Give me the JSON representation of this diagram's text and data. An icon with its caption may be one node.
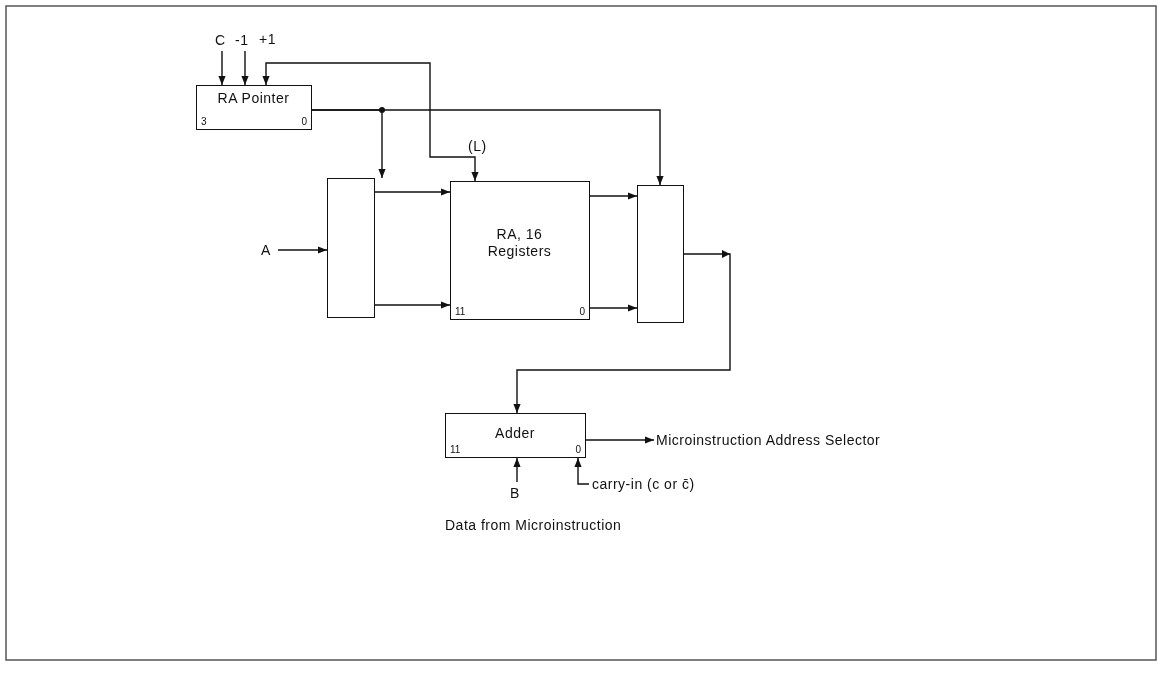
{
  "diagram": {
    "nodes": [
      {
        "text": [
          "C"
        ]
      },
      {
        "text": [
          "-1"
        ]
      },
      {
        "text": [
          "RA Pointer",
          "3",
          "0"
        ]
      },
      {
        "text": [],
        "shape": "box"
      },
      {
        "text": [
          "A"
        ]
      },
      {
        "text": [
          "RA, 16 Registers",
          "11",
          "0"
        ]
      },
      {
        "text": [],
        "shape": "box"
      },
      {
        "text": [
          "Adder",
          "11",
          "0"
        ]
      },
      {
        "text": [
          "Microinstruction Address Selector"
        ]
      },
      {
        "text": [
          "carry-in (c or c̄)"
        ]
      },
      {
        "text": [
          "B"
        ],
        "beside": [
          "Data from Microinstruction"
        ]
      }
    ],
    "edges": [
      {
        "from": 0,
        "to": 2,
        "arrow": "to"
      },
      {
        "from": 1,
        "to": 2,
        "arrow": "to"
      },
      {
        "from": 2,
        "to": 5,
        "arrow": "both",
        "label": "(L)"
      },
      {
        "from": 2,
        "to": 3,
        "arrow": "to"
      },
      {
        "from": 2,
        "to": 6,
        "arrow": "to"
      },
      {
        "from": 4,
        "to": 3,
        "arrow": "to"
      },
      {
        "from": 3,
        "to": 5,
        "arrow": "to"
      },
      {
        "from": 3,
        "to": 5,
        "arrow": "to"
      },
      {
        "from": 5,
        "to": 6,
        "arrow": "to"
      },
      {
        "from": 5,
        "to": 6,
        "arrow": "to"
      },
      {
        "from": 6,
        "to": 7,
        "arrow": "to"
      },
      {
        "from": 7,
        "to": 8,
        "arrow": "to"
      },
      {
        "from": 9,
        "to": 7,
        "arrow": "to"
      },
      {
        "from": 10,
        "to": 7,
        "arrow": "to"
      }
    ],
    "labels": [
      "+1"
    ]
  }
}
